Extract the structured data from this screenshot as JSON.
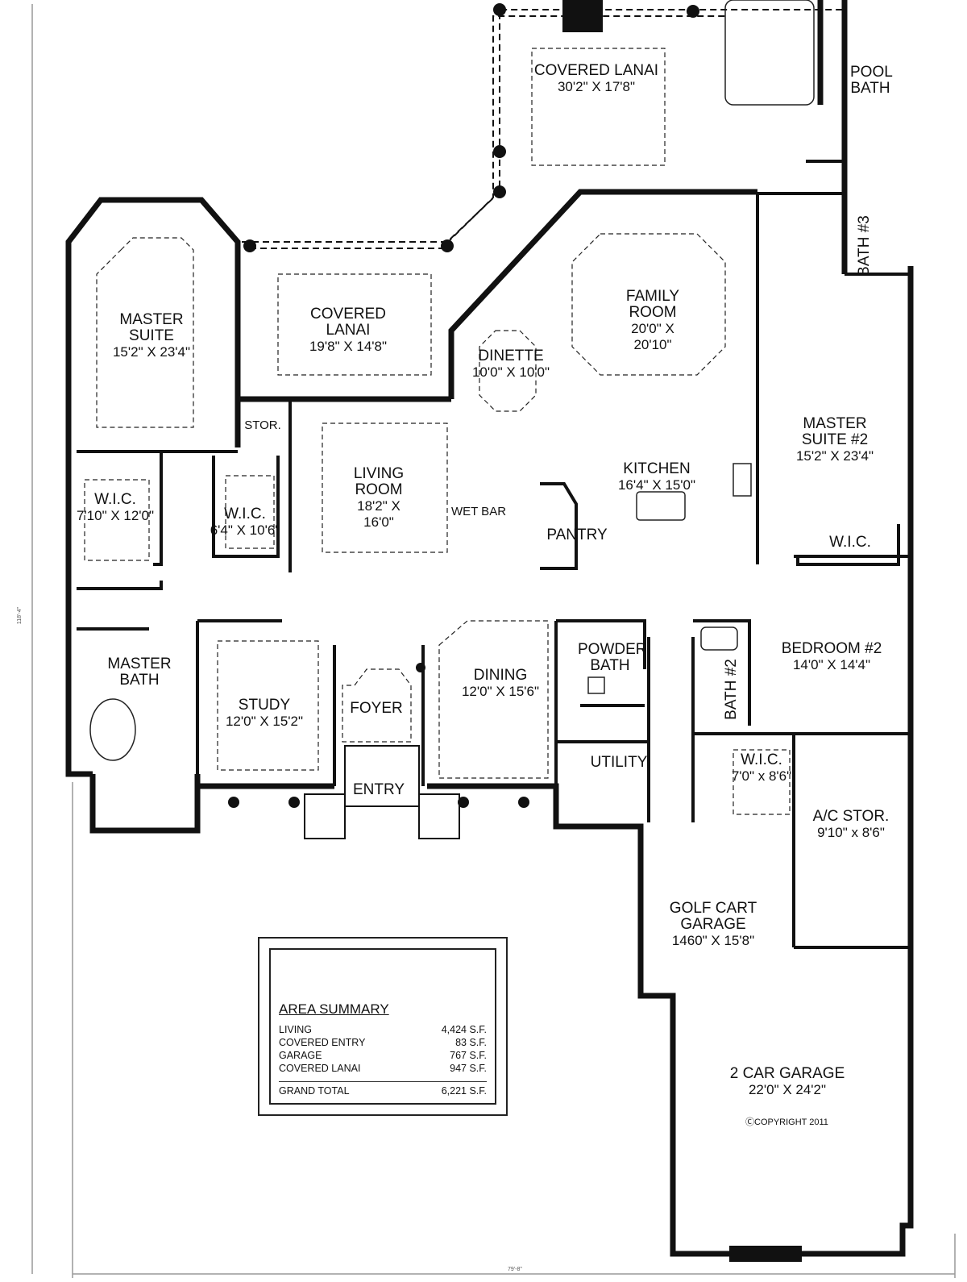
{
  "rooms": {
    "covered_lanai_1": {
      "name": "COVERED LANAI",
      "dim": "30'2\" X 17'8\""
    },
    "pool_bath": {
      "name": "POOL BATH"
    },
    "master_suite": {
      "name": "MASTER SUITE",
      "dim": "15'2\" X 23'4\""
    },
    "covered_lanai_2": {
      "name": "COVERED LANAI",
      "dim": "19'8\" X 14'8\""
    },
    "family_room": {
      "name": "FAMILY ROOM",
      "dim": "20'0\" X 20'10\""
    },
    "dinette": {
      "name": "DINETTE",
      "dim": "10'0\" X 10'0\""
    },
    "bath3": {
      "name": "BATH #3"
    },
    "stor": {
      "name": "STOR."
    },
    "living_room": {
      "name": "LIVING ROOM",
      "dim": "18'2\" X 16'0\""
    },
    "wet_bar": {
      "name": "WET BAR"
    },
    "kitchen": {
      "name": "KITCHEN",
      "dim": "16'4\" X 15'0\""
    },
    "pantry": {
      "name": "PANTRY"
    },
    "master_suite_2": {
      "name": "MASTER SUITE #2",
      "dim": "15'2\" X 23'4\""
    },
    "wic_1": {
      "name": "W.I.C.",
      "dim": "7'10\" X 12'0\""
    },
    "wic_2": {
      "name": "W.I.C.",
      "dim": "6'4\" X 10'6\""
    },
    "wic_3": {
      "name": "W.I.C."
    },
    "master_bath": {
      "name": "MASTER BATH"
    },
    "study": {
      "name": "STUDY",
      "dim": "12'0\" X 15'2\""
    },
    "foyer": {
      "name": "FOYER"
    },
    "dining": {
      "name": "DINING",
      "dim": "12'0\" X 15'6\""
    },
    "powder_bath": {
      "name": "POWDER BATH"
    },
    "bath2": {
      "name": "BATH #2"
    },
    "bedroom2": {
      "name": "BEDROOM #2",
      "dim": "14'0\" X 14'4\""
    },
    "entry": {
      "name": "ENTRY"
    },
    "utility": {
      "name": "UTILITY"
    },
    "wic_4": {
      "name": "W.I.C.",
      "dim": "7'0\" x 8'6\""
    },
    "ac_stor": {
      "name": "A/C STOR.",
      "dim": "9'10\" x 8'6\""
    },
    "golf_cart_garage": {
      "name": "GOLF CART GARAGE",
      "dim": "1460\" X 15'8\""
    },
    "two_car_garage": {
      "name": "2 CAR GARAGE",
      "dim": "22'0\" X 24'2\""
    }
  },
  "area_summary": {
    "title": "AREA SUMMARY",
    "rows": [
      {
        "label": "LIVING",
        "value": "4,424 S.F."
      },
      {
        "label": "COVERED ENTRY",
        "value": "83 S.F."
      },
      {
        "label": "GARAGE",
        "value": "767 S.F."
      },
      {
        "label": "COVERED LANAI",
        "value": "947 S.F."
      }
    ],
    "total": {
      "label": "GRAND TOTAL",
      "value": "6,221 S.F."
    }
  },
  "copyright": "ⒸCOPYRIGHT 2011",
  "overall_dims": {
    "width": "79'-8\"",
    "depth": "118'-4\""
  }
}
